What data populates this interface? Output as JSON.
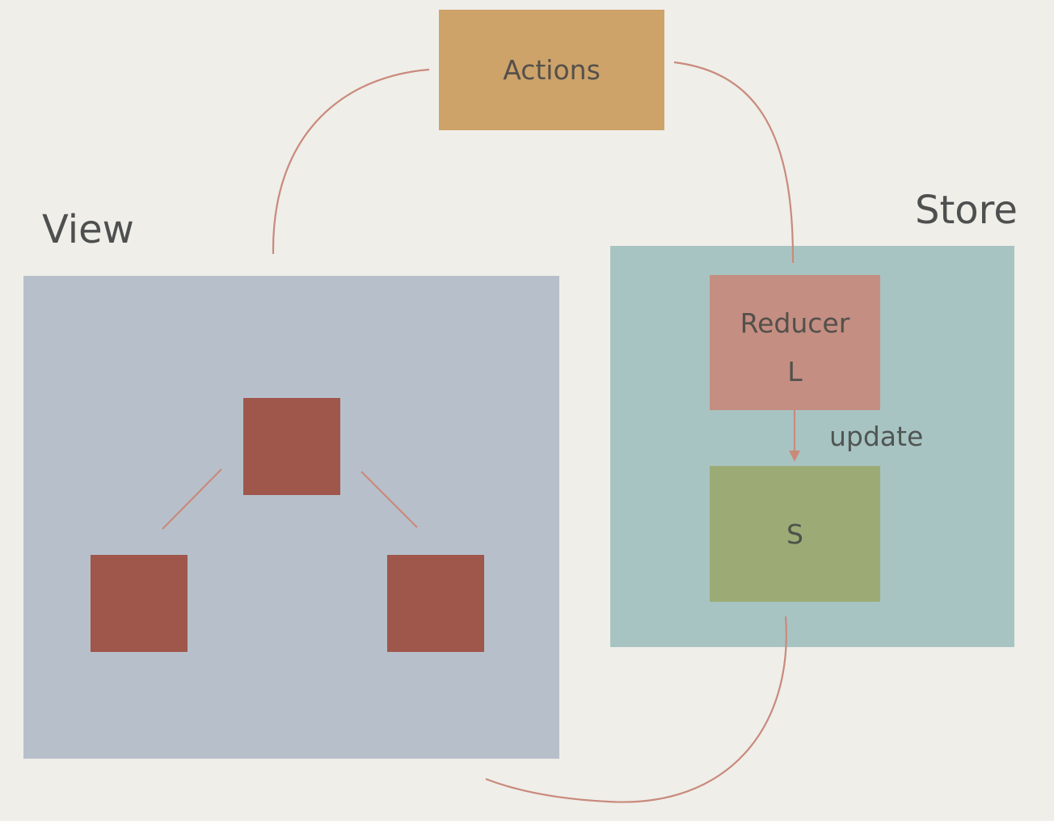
{
  "diagram": {
    "actions": {
      "label": "Actions"
    },
    "view": {
      "title": "View"
    },
    "store": {
      "title": "Store",
      "reducer": {
        "label": "Reducer",
        "sub_label": "L"
      },
      "state": {
        "label": "S"
      },
      "update_label": "update"
    }
  },
  "colors": {
    "background": "#efeee9",
    "actions": "#cda36a",
    "view_panel": "#b7c0ca",
    "store_panel": "#a8c4c2",
    "component_node": "#9f564b",
    "reducer": "#c48e82",
    "state": "#9cab76",
    "connector": "#c98a7c"
  }
}
